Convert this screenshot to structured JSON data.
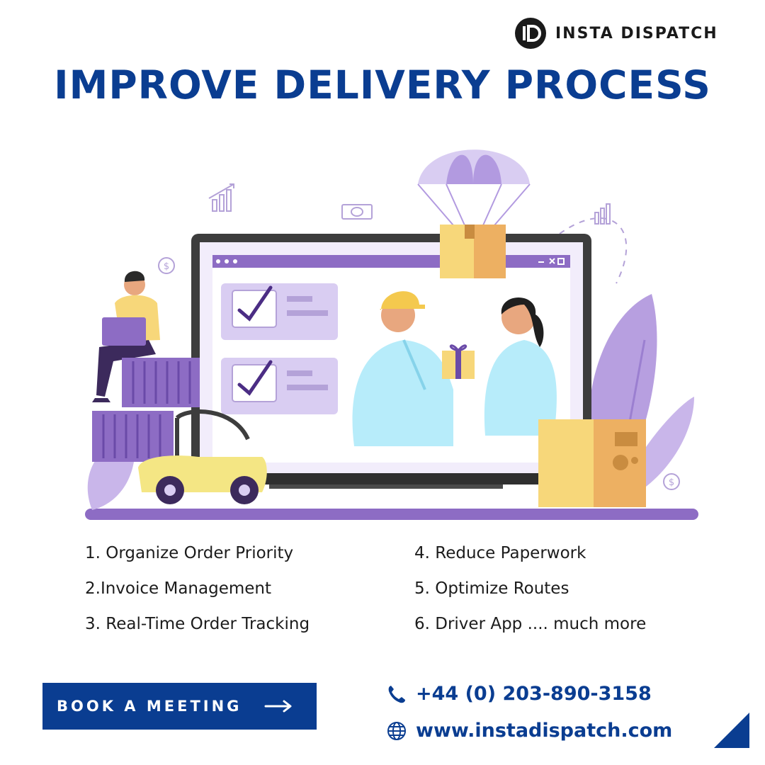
{
  "brand": {
    "name": "INSTA DISPATCH",
    "colors": {
      "primary": "#0a3d91",
      "accent": "#8d6cc4",
      "text": "#1c1c1c"
    }
  },
  "headline": "IMPROVE DELIVERY PROCESS",
  "illustration": {
    "icons": [
      "parachute-box-icon",
      "laptop-icon",
      "checkmark-icon",
      "delivery-person-icon",
      "customer-icon",
      "forklift-icon",
      "container-icon",
      "cardboard-box-icon",
      "growth-chart-icon",
      "banknote-icon",
      "dollar-coin-icon",
      "plant-leaf-icon"
    ],
    "coin_symbol": "$"
  },
  "features": {
    "left": [
      "1. Organize Order Priority",
      "2.Invoice Management",
      "3. Real-Time Order Tracking"
    ],
    "right": [
      "4. Reduce Paperwork",
      "5. Optimize Routes",
      "6. Driver App  .... much more"
    ]
  },
  "cta": {
    "label": "BOOK A MEETING",
    "icon": "arrow-right-icon"
  },
  "contact": {
    "phone": "+44 (0) 203-890-3158",
    "phone_icon": "phone-icon",
    "website": "www.instadispatch.com",
    "website_icon": "globe-icon"
  }
}
